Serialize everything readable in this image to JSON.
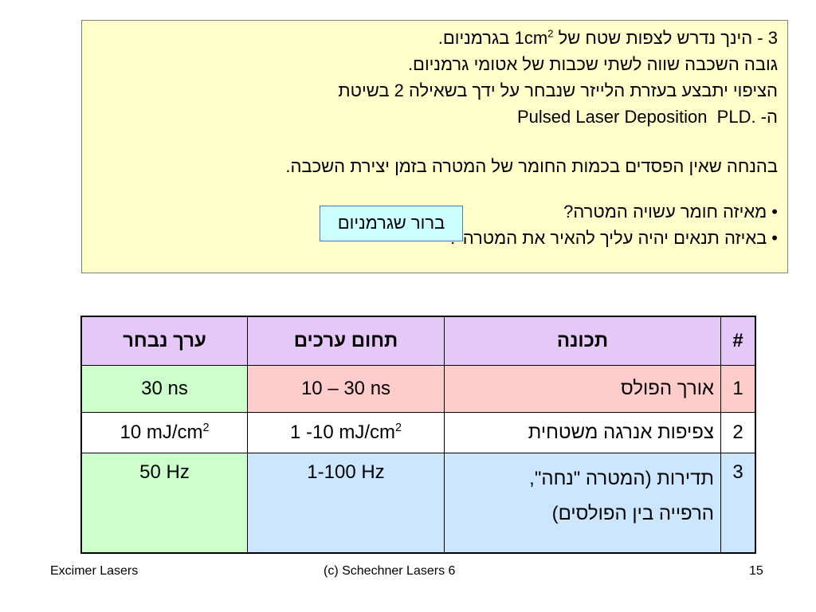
{
  "problem": {
    "line1_prefix": "3 - הינך נדרש לצפות שטח של",
    "line1_area_value": "1cm",
    "line1_area_exp": "2",
    "line1_suffix": "בגרמניום.",
    "line2": "גובה השכבה שווה לשתי שכבות של אטומי גרמניום.",
    "line3": "הציפוי יתבצע בעזרת הלייזר שנבחר על ידך בשאילה 2 בשיטת",
    "line4_prefix": "ה-",
    "line4_ltr": "Pulsed Laser Deposition",
    "line4_suffix": "PLD.",
    "line5": "בהנחה שאין הפסדים בכמות החומר של המטרה בזמן יצירת השכבה.",
    "bullet_symbol": "•",
    "question1": "מאיזה חומר עשויה המטרה?",
    "question2": "באיזה תנאים יהיה עליך להאיר את המטרה ?",
    "answer1": "ברור שגרמניום"
  },
  "table": {
    "headers": [
      "#",
      "תכונה",
      "תחום ערכים",
      "ערך נבחר"
    ],
    "rows": [
      {
        "idx": "1",
        "property": "אורך הפולס",
        "range": "10 – 30 ns",
        "range_exp": "",
        "value": "30 ns",
        "value_exp": ""
      },
      {
        "idx": "2",
        "property": "צפיפות אנרגה משטחית",
        "range": "1 -10 mJ/cm",
        "range_exp": "2",
        "value": "10 mJ/cm",
        "value_exp": "2"
      },
      {
        "idx": "3",
        "property_line1": "תדירות (המטרה \"נחה\",",
        "property_line2": "הרפייה בין הפולסים)",
        "range": "1-100 Hz",
        "range_exp": "",
        "value": "50 Hz",
        "value_exp": ""
      }
    ]
  },
  "footer": {
    "left": "Excimer Lasers",
    "center": "(c) Schechner  Lasers 6",
    "page_number": "15"
  },
  "colors": {
    "problem_bg": "#ffffcc",
    "answer_bg": "#ccffff",
    "header_bg": "#e6c8f8",
    "row_pink": "#ffcccc",
    "row_green": "#ccffcc",
    "row_blue": "#cce6ff"
  }
}
